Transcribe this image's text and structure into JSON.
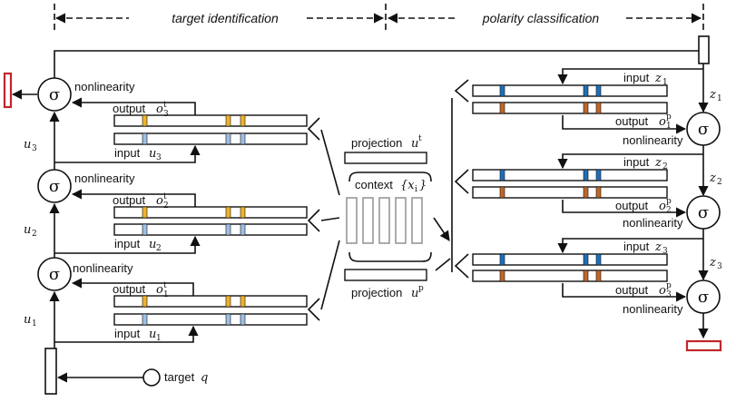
{
  "header": {
    "target_identification": "target identification",
    "polarity_classification": "polarity classification"
  },
  "colors": {
    "orange": "#f0b22a",
    "light_blue": "#9ec0e4",
    "dark_blue": "#1f6fb8",
    "brown": "#c0662a",
    "red": "#c0262c"
  },
  "left": {
    "hops": [
      {
        "nonlinearity": "nonlinearity",
        "output": "output",
        "output_sym": "o",
        "output_sup": "t",
        "output_sub": "3",
        "input": "input",
        "input_sym": "u",
        "input_sub": "3",
        "u_sym": "u",
        "u_sub": "3"
      },
      {
        "nonlinearity": "nonlinearity",
        "output": "output",
        "output_sym": "o",
        "output_sup": "t",
        "output_sub": "2",
        "input": "input",
        "input_sym": "u",
        "input_sub": "2",
        "u_sym": "u",
        "u_sub": "2"
      },
      {
        "nonlinearity": "nonlinearity",
        "output": "output",
        "output_sym": "o",
        "output_sup": "t",
        "output_sub": "1",
        "input": "input",
        "input_sym": "u",
        "input_sub": "1",
        "u_sym": "u",
        "u_sub": "1"
      }
    ],
    "target": "target",
    "target_sym": "q"
  },
  "middle": {
    "projection_t": "projection",
    "projection_t_sym": "u",
    "projection_t_sup": "t",
    "context": "context",
    "context_sym": "{x",
    "context_sub": "i",
    "context_close": "}",
    "projection_p": "projection",
    "projection_p_sym": "u",
    "projection_p_sup": "p"
  },
  "right": {
    "hops": [
      {
        "input": "input",
        "input_sym": "z",
        "input_sub": "1",
        "output": "output",
        "output_sym": "o",
        "output_sup": "p",
        "output_sub": "1",
        "nonlinearity": "nonlinearity",
        "z_sym": "z",
        "z_sub": "1"
      },
      {
        "input": "input",
        "input_sym": "z",
        "input_sub": "2",
        "output": "output",
        "output_sym": "o",
        "output_sup": "p",
        "output_sub": "2",
        "nonlinearity": "nonlinearity",
        "z_sym": "z",
        "z_sub": "2"
      },
      {
        "input": "input",
        "input_sym": "z",
        "input_sub": "3",
        "output": "output",
        "output_sym": "o",
        "output_sup": "p",
        "output_sub": "3",
        "nonlinearity": "nonlinearity",
        "z_sym": "z",
        "z_sub": "3"
      }
    ]
  },
  "sigma": "σ"
}
